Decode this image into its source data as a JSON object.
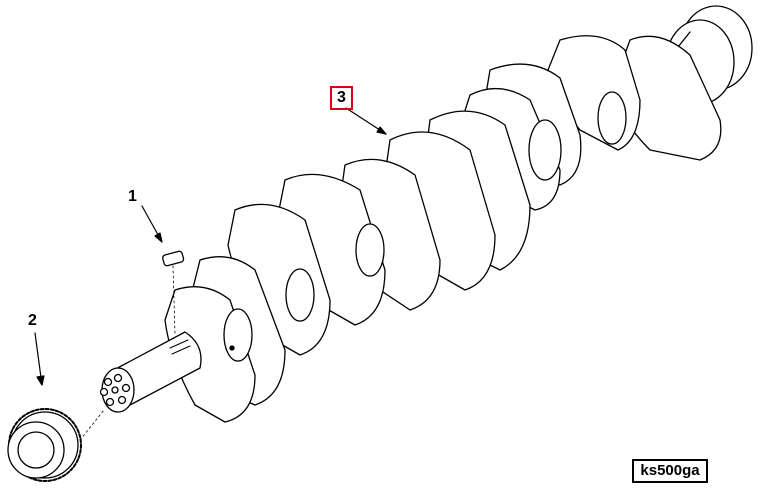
{
  "callouts": {
    "c1": "1",
    "c2": "2",
    "c3": "3"
  },
  "selected_callout": "3",
  "drawing_code": "ks500ga",
  "highlight_color": "#d9001b",
  "line_color": "#000000"
}
